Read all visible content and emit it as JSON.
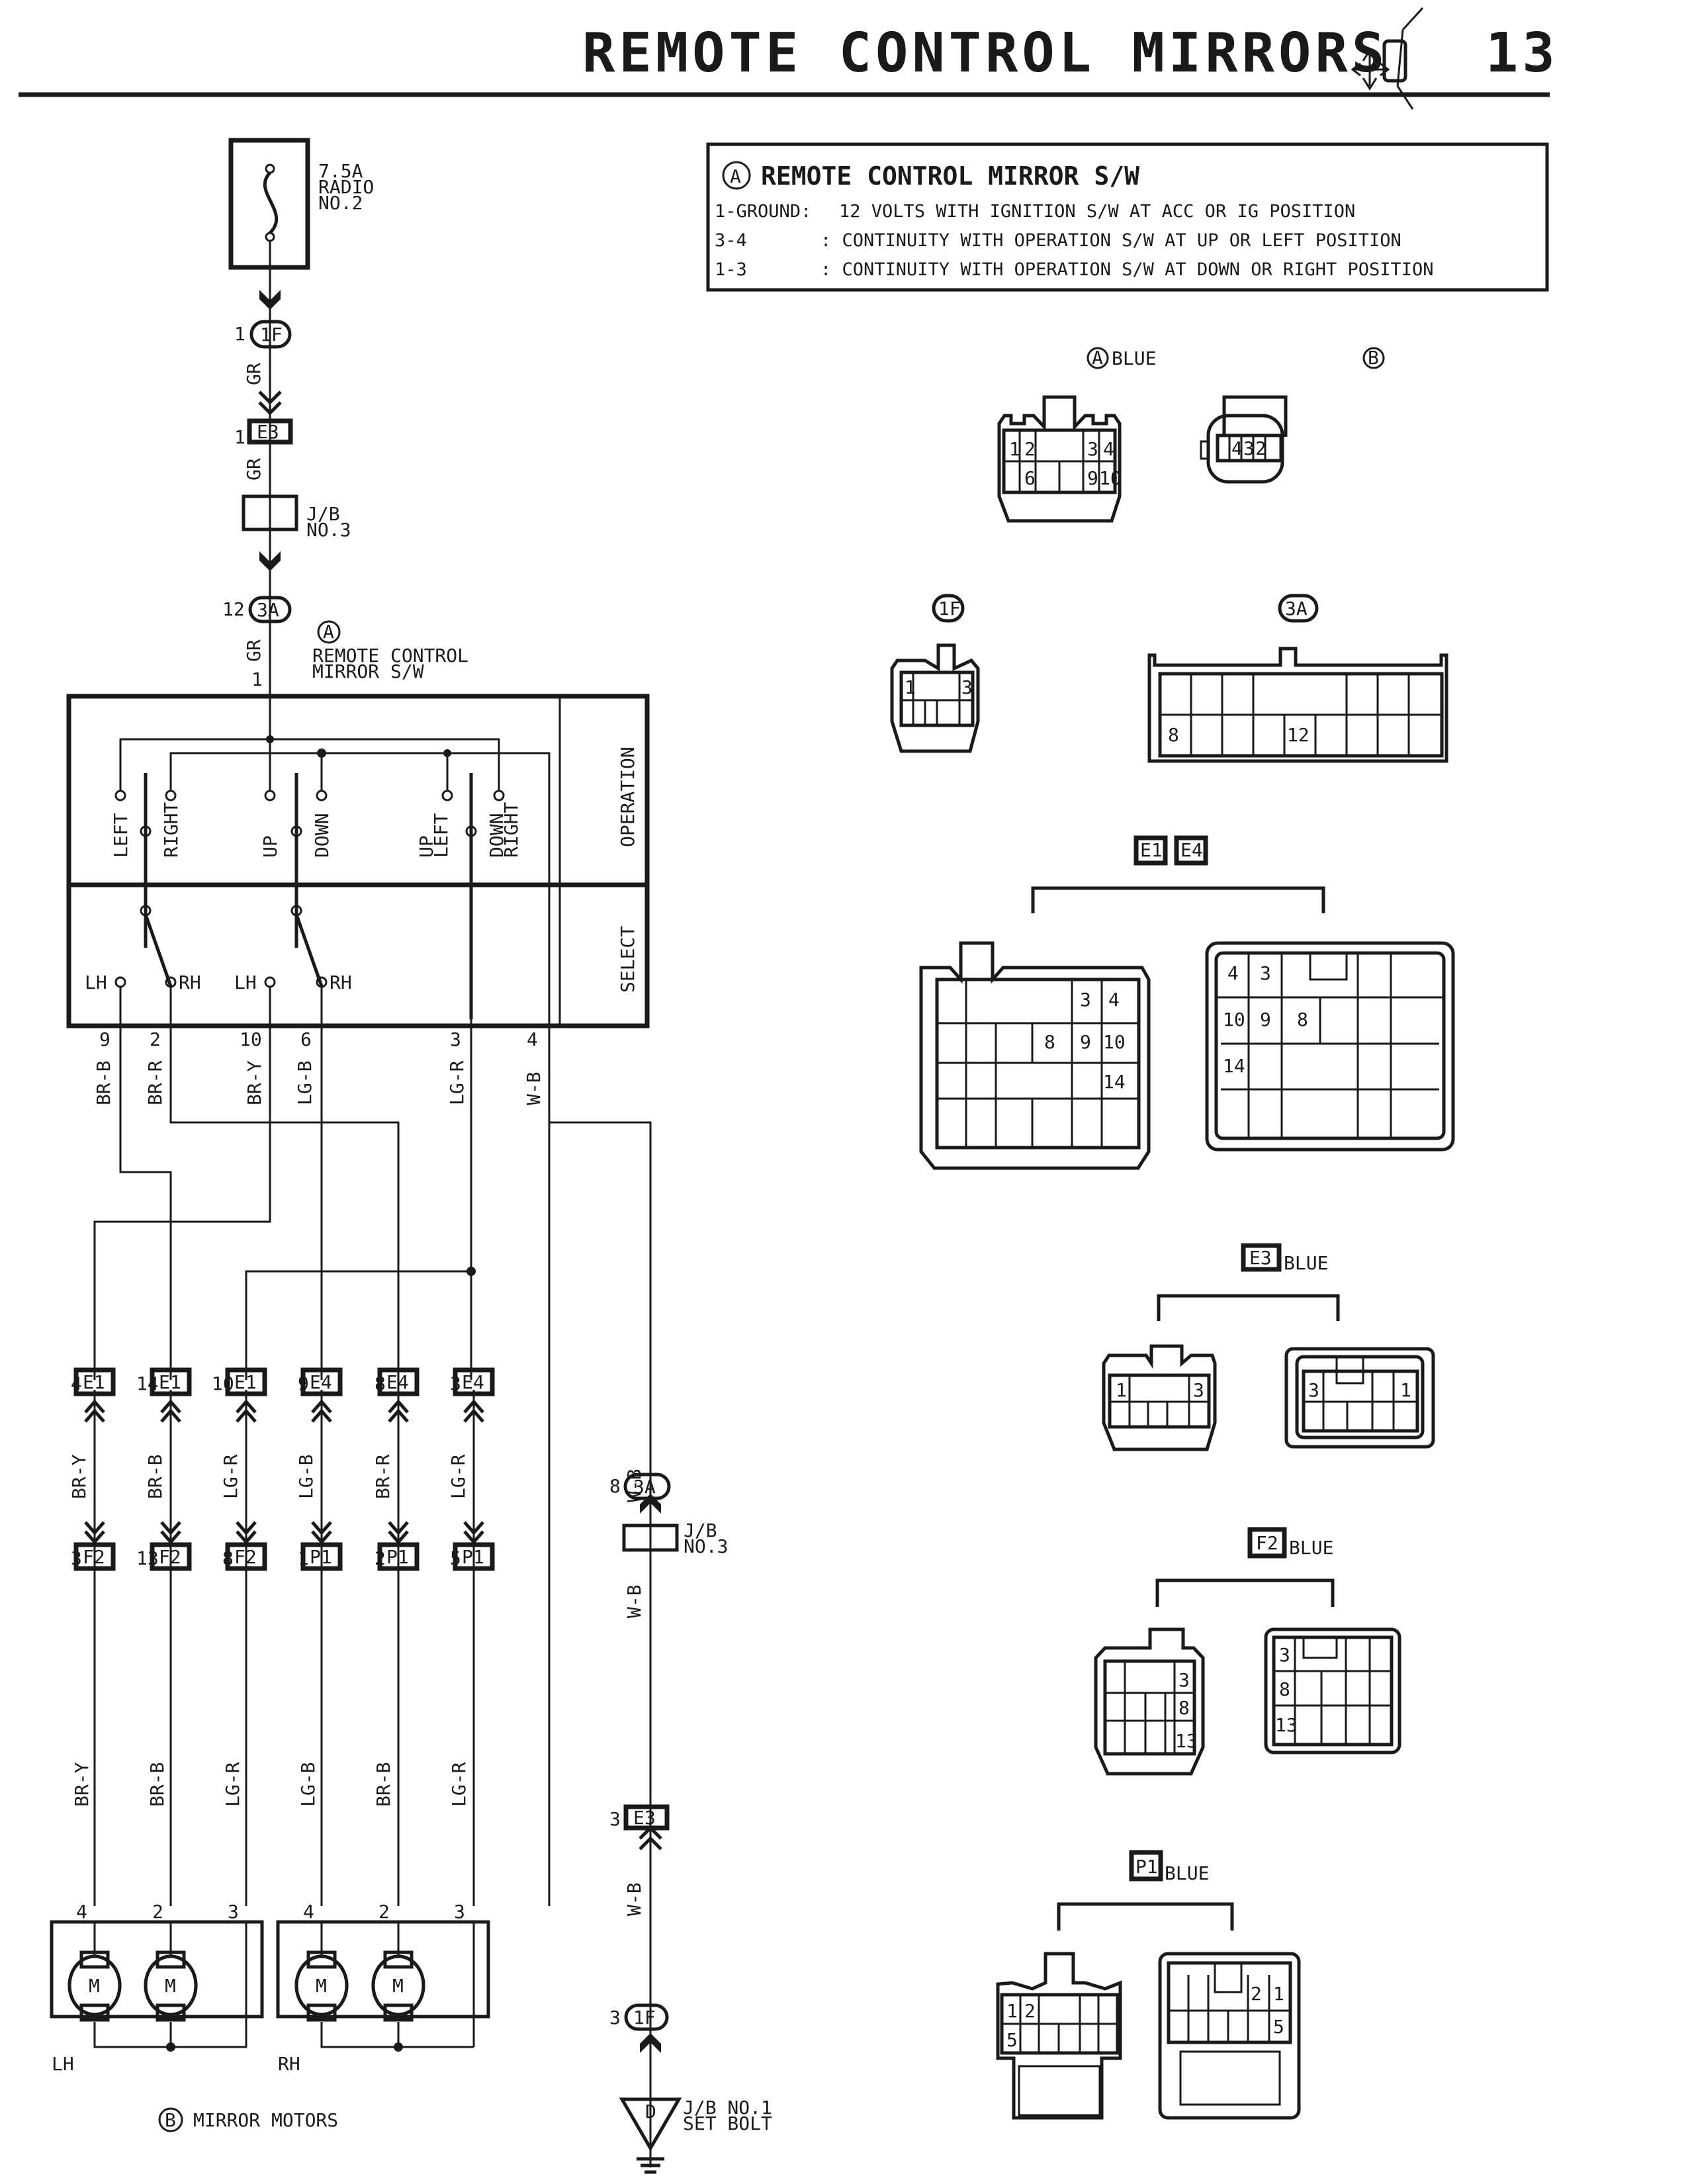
{
  "header": {
    "title": "REMOTE CONTROL MIRRORS",
    "page_number": "13",
    "icon": "mirror-adjust-icon"
  },
  "spec_box": {
    "marker": "A",
    "heading": "REMOTE CONTROL MIRROR S/W",
    "rows": [
      {
        "terminals": "1-GROUND:",
        "text": "12 VOLTS WITH IGNITION S/W AT ACC OR IG POSITION"
      },
      {
        "terminals": "3-4",
        "text": ": CONTINUITY WITH OPERATION S/W AT UP OR LEFT POSITION"
      },
      {
        "terminals": "1-3",
        "text": ": CONTINUITY WITH OPERATION S/W AT DOWN OR RIGHT POSITION"
      }
    ]
  },
  "power": {
    "fuse_rating": "7.5A",
    "fuse_name": "RADIO",
    "fuse_no": "NO.2",
    "conn_1f": {
      "pin": "1",
      "id": "1F"
    },
    "wire_gr": "GR",
    "conn_e3": {
      "pin": "1",
      "id": "E3"
    },
    "jb": {
      "line1": "J/B",
      "line2": "NO.3"
    },
    "conn_3a": {
      "pin": "12",
      "id": "3A"
    }
  },
  "switch": {
    "marker": "A",
    "name_line1": "REMOTE CONTROL",
    "name_line2": "MIRROR S/W",
    "input_pin": "1",
    "section_operation": "OPERATION",
    "section_select": "SELECT",
    "op_labels": [
      "LEFT",
      "RIGHT",
      "UP",
      "DOWN",
      "UP",
      "LEFT",
      "DOWN",
      "RIGHT"
    ],
    "select_labels": [
      "LH",
      "RH",
      "LH",
      "RH"
    ],
    "out_pins": [
      "9",
      "2",
      "10",
      "6",
      "3",
      "4"
    ],
    "out_wires": [
      "BR-B",
      "BR-R",
      "BR-Y",
      "LG-B",
      "LG-R",
      "W-B"
    ]
  },
  "junctions": [
    {
      "upper_pin": "4",
      "upper_id": "E1",
      "wire": "BR-Y",
      "lower_pin": "3",
      "lower_id": "F2"
    },
    {
      "upper_pin": "14",
      "upper_id": "E1",
      "wire": "BR-B",
      "lower_pin": "13",
      "lower_id": "F2"
    },
    {
      "upper_pin": "10",
      "upper_id": "E1",
      "wire": "LG-R",
      "lower_pin": "8",
      "lower_id": "F2"
    },
    {
      "upper_pin": "9",
      "upper_id": "E4",
      "wire": "LG-B",
      "lower_pin": "1",
      "lower_id": "P1"
    },
    {
      "upper_pin": "8",
      "upper_id": "E4",
      "wire": "BR-R",
      "lower_pin": "2",
      "lower_id": "P1"
    },
    {
      "upper_pin": "3",
      "upper_id": "E4",
      "wire": "LG-R",
      "lower_pin": "5",
      "lower_id": "P1"
    }
  ],
  "motor_wires": [
    "BR-Y",
    "BR-B",
    "LG-R",
    "LG-B",
    "BR-B",
    "LG-R"
  ],
  "motors": {
    "marker": "B",
    "title": "MIRROR MOTORS",
    "lh": {
      "label": "LH",
      "pins": [
        "4",
        "2",
        "3"
      ]
    },
    "rh": {
      "label": "RH",
      "pins": [
        "4",
        "2",
        "3"
      ]
    },
    "motor_symbol": "M"
  },
  "ground_path": {
    "wire": "W-B",
    "conn_3a": {
      "pin": "8",
      "id": "3A"
    },
    "jb": {
      "line1": "J/B",
      "line2": "NO.3"
    },
    "conn_e3": {
      "pin": "3",
      "id": "E3"
    },
    "conn_1f": {
      "pin": "3",
      "id": "1F"
    },
    "ground_point": "D",
    "ground_line1": "J/B NO.1",
    "ground_line2": "SET BOLT"
  },
  "connector_views": {
    "a": {
      "marker": "A",
      "color": "BLUE",
      "pins_top": [
        "1",
        "2",
        "3",
        "4"
      ],
      "pins_bottom": [
        "6",
        "9",
        "10"
      ]
    },
    "b": {
      "marker": "B",
      "pins": [
        "4",
        "3",
        "2"
      ]
    },
    "c1f": {
      "id": "1F",
      "pins": [
        "1",
        "3"
      ]
    },
    "c3a": {
      "id": "3A",
      "pins": [
        "8",
        "12"
      ]
    },
    "e1e4": {
      "ids": [
        "E1",
        "E4"
      ],
      "e1_pins": [
        "3",
        "4",
        "8",
        "9",
        "10",
        "14"
      ],
      "e4_pins": [
        "4",
        "3",
        "10",
        "9",
        "8",
        "14"
      ]
    },
    "e3": {
      "id": "E3",
      "color": "BLUE",
      "left_pins": [
        "1",
        "3"
      ],
      "right_pins": [
        "3",
        "1"
      ]
    },
    "f2": {
      "id": "F2",
      "color": "BLUE",
      "pins": [
        "3",
        "8",
        "13"
      ]
    },
    "p1": {
      "id": "P1",
      "color": "BLUE",
      "left_pins": [
        "1",
        "2",
        "5"
      ],
      "right_pins": [
        "2",
        "1",
        "5"
      ]
    }
  }
}
